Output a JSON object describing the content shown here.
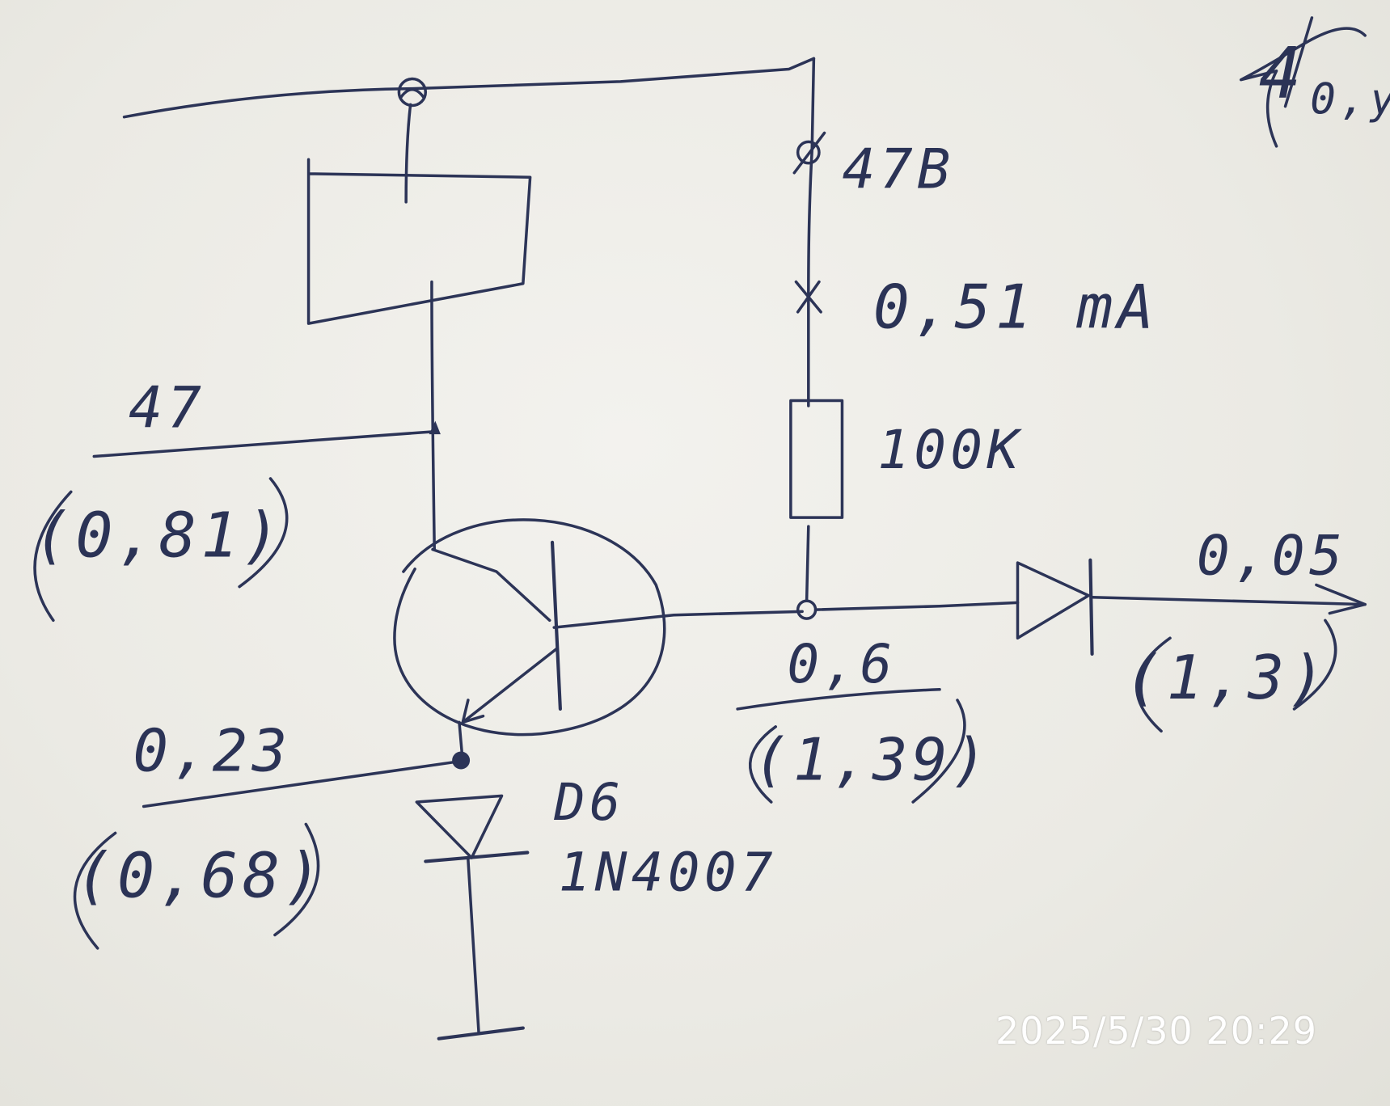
{
  "labels": {
    "supply_voltage": "47B",
    "current": "0,51 mA",
    "resistor": "100K",
    "collector_top": "47",
    "collector_bottom": "(0,81)",
    "emitter_top": "0,23",
    "emitter_bottom": "(0,68)",
    "diode_ref": "D6",
    "diode_part": "1N4007",
    "base_top": "0,6",
    "base_bottom": "(1,39)",
    "output_top": "0,05",
    "output_bottom": "(1,3)",
    "corner_note": "4",
    "corner_note_2": "0,y"
  },
  "photo": {
    "timestamp": "2025/5/30 20:29"
  },
  "colors": {
    "ink": "#2c3457",
    "paper": "#ecebe6",
    "timestamp": "#ffffff"
  }
}
